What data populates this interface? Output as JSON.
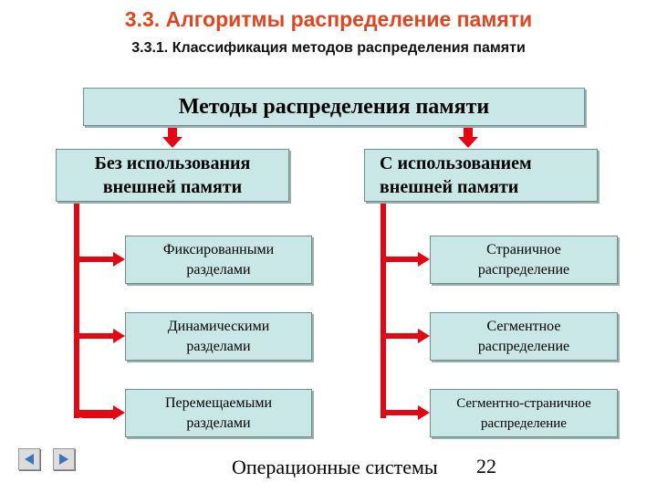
{
  "header": {
    "title": "3.3. Алгоритмы распределение памяти",
    "subtitle": "3.3.1. Классификация методов распределения памяти"
  },
  "diagram": {
    "root": "Методы распределения памяти",
    "left": {
      "line1": "Без использования",
      "line2": "внешней памяти",
      "children": [
        {
          "line1": "Фиксированными",
          "line2": "разделами"
        },
        {
          "line1": "Динамическими",
          "line2": "разделами"
        },
        {
          "line1": "Перемещаемыми",
          "line2": "разделами"
        }
      ]
    },
    "right": {
      "line1": "С использованием",
      "line2": "внешней памяти",
      "children": [
        {
          "line1": "Страничное",
          "line2": "распределение"
        },
        {
          "line1": "Сегментное",
          "line2": "распределение"
        },
        {
          "line1": "Сегментно-страничное",
          "line2": "распределение"
        }
      ]
    }
  },
  "footer": {
    "text": "Операционные системы",
    "page": "22"
  },
  "nav": {
    "prev_icon": "triangle-left-icon",
    "next_icon": "triangle-right-icon"
  },
  "colors": {
    "title": "#e0451f",
    "box_fill": "#c9e7e6",
    "connector": "#e30613"
  }
}
